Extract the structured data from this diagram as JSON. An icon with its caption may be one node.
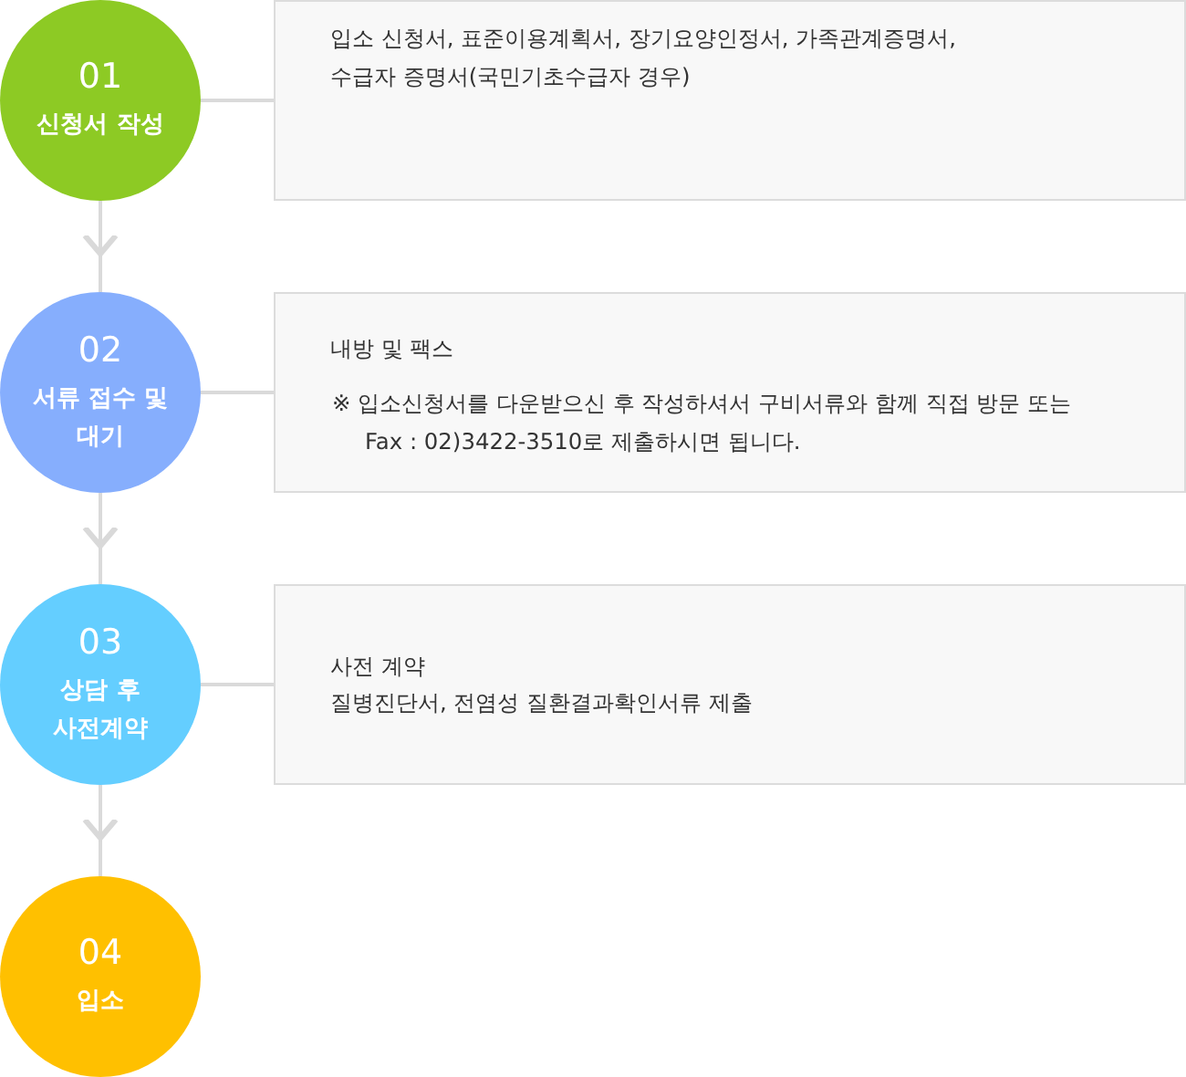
{
  "diagram": {
    "nodes": [
      {
        "text": [
          "01",
          "신청서 작성"
        ]
      },
      {
        "text": [
          "입소 신청서, 표준이용계획서, 장기요양인정서, 가족관계증명서, 수급자 증명서(국민기초수급자 경우)"
        ]
      },
      {
        "text": [
          "02",
          "서류 접수 및 대기"
        ]
      },
      {
        "text": [
          "내방 및 팩스",
          "※ 입소신청서를 다운받으신 후 작성하셔서 구비서류와 함께 직접 방문 또는 Fax : 02)3422-3510로 제출하시면 됩니다."
        ]
      },
      {
        "text": [
          "03",
          "상담 후 사전계약"
        ]
      },
      {
        "text": [
          "사전 계약",
          "질병진단서, 전염성 질환결과확인서류 제출"
        ]
      },
      {
        "text": [
          "04",
          "입소"
        ]
      }
    ],
    "edges": [
      {
        "from": 0,
        "to": 1,
        "arrow": "none"
      },
      {
        "from": 0,
        "to": 2,
        "arrow": "to"
      },
      {
        "from": 2,
        "to": 3,
        "arrow": "none"
      },
      {
        "from": 2,
        "to": 4,
        "arrow": "to"
      },
      {
        "from": 4,
        "to": 5,
        "arrow": "none"
      },
      {
        "from": 4,
        "to": 6,
        "arrow": "to"
      }
    ]
  }
}
